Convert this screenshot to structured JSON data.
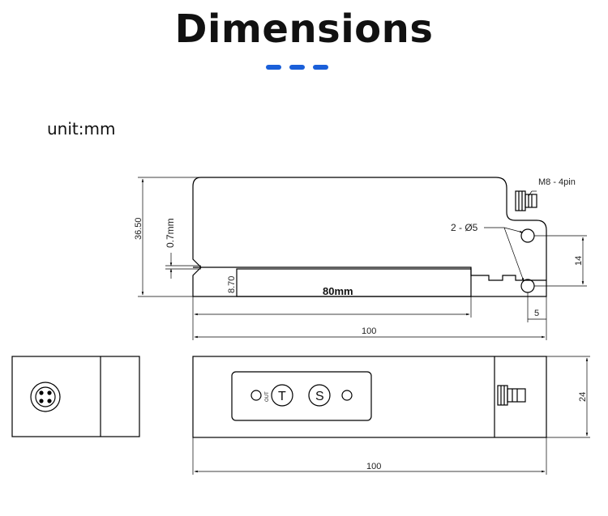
{
  "header": {
    "title": "Dimensions",
    "accent_color": "#1a5fd9"
  },
  "unit_label": "unit:mm",
  "drawing": {
    "side_view": {
      "height_label": "36.50",
      "gap_label": "0.7mm",
      "slot_depth_label": "8.70",
      "slot_length_label": "80mm",
      "connector_label": "M8 - 4pin",
      "hole_label": "2 - Ø5",
      "hole_spacing_label": "14",
      "hole_offset_label": "5",
      "length_label": "100"
    },
    "top_view": {
      "length_label": "100",
      "width_label": "24",
      "out_label": "OUT",
      "button_t_label": "T",
      "button_s_label": "S"
    },
    "end_view": {
      "connector_icon": "m8-4pin-connector-icon"
    },
    "line_color": "#000000"
  }
}
